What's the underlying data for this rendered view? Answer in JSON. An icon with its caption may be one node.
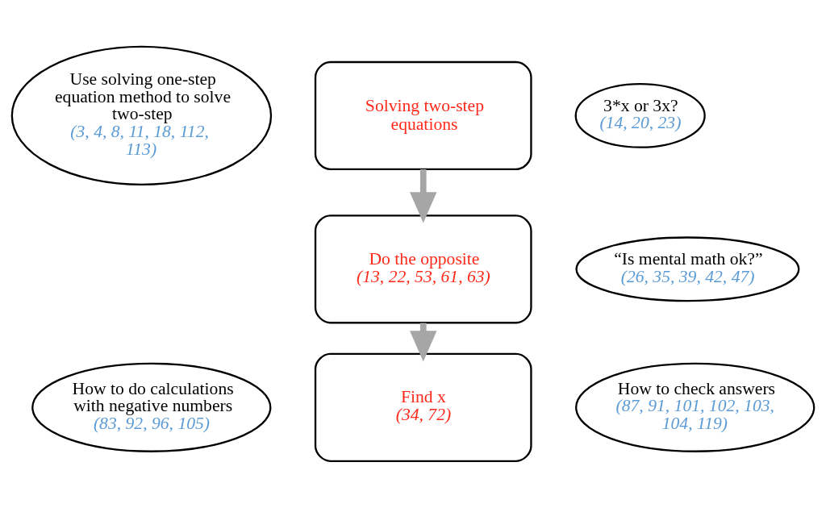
{
  "diagram": {
    "nodes": [
      {
        "text": [
          "3*x or 3x?",
          "(14, 20, 23)"
        ]
      },
      {
        "text": [
          "Use solving one-step equation method to solve two-step",
          "(3, 4, 8, 11, 18, 112, 113)"
        ]
      },
      {
        "text": [
          "Solving two-step equations"
        ]
      },
      {
        "text": [
          "“Is mental math ok?”",
          "(26, 35, 39, 42, 47)"
        ]
      },
      {
        "text": [
          "Do the opposite",
          "(13, 22, 53, 61, 63)"
        ]
      },
      {
        "text": [
          "How to do calculations with negative numbers",
          "(83, 92, 96, 105)"
        ]
      },
      {
        "text": [
          "Find x",
          "(34, 72)"
        ]
      },
      {
        "text": [
          "How to check answers",
          "(87, 91, 101, 102, 103, 104, 119)"
        ]
      }
    ],
    "edges": [
      {
        "from": 2,
        "to": 4,
        "arrow": "to"
      },
      {
        "from": 4,
        "to": 6,
        "arrow": "to"
      }
    ]
  }
}
